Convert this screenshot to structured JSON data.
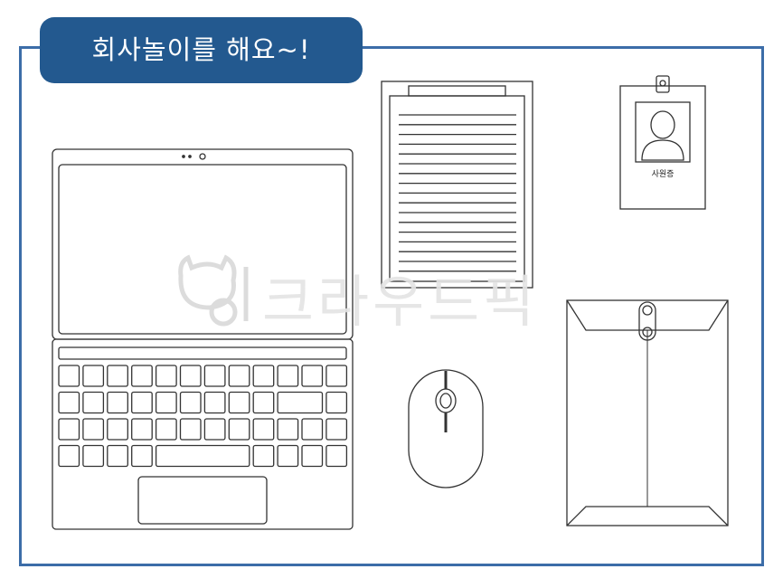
{
  "title": "회사놀이를 해요~!",
  "id_badge": {
    "label": "사원증"
  },
  "watermark": {
    "text": "크라우드픽"
  },
  "colors": {
    "frame": "#3c6da8",
    "title_bg": "#23598f",
    "title_text": "#ffffff",
    "line": "#333333"
  },
  "icons": [
    "laptop-icon",
    "clipboard-icon",
    "id-badge-icon",
    "mouse-icon",
    "envelope-icon",
    "cat-logo-icon"
  ]
}
